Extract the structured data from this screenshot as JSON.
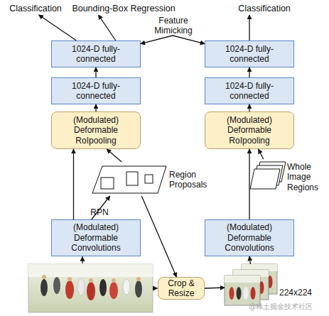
{
  "diagram": {
    "nodes": [
      {
        "text": [
          "Classification"
        ]
      },
      {
        "text": [
          "Bounding-Box Regression"
        ]
      },
      {
        "text": [
          "Classification"
        ]
      },
      {
        "text": [
          "1024-D fully-connected"
        ]
      },
      {
        "text": [
          "1024-D fully-connected"
        ]
      },
      {
        "text": [
          "1024-D fully-connected"
        ]
      },
      {
        "text": [
          "1024-D fully-connected"
        ]
      },
      {
        "text": [
          "(Modulated) Deformable RoIpooling"
        ]
      },
      {
        "text": [
          "(Modulated) Deformable RoIpooling"
        ]
      },
      {
        "text": [
          "Region Proposals"
        ]
      },
      {
        "text": [
          "Whole Image Regions"
        ]
      },
      {
        "text": [
          "(Modulated) Deformable Convolutions"
        ]
      },
      {
        "text": [
          "(Modulated) Deformable Convolutions"
        ]
      },
      {
        "text": [
          "Crop & Resize"
        ]
      },
      {
        "text": [
          "224x224"
        ]
      }
    ],
    "edges": [
      {
        "from": 3,
        "to": 0,
        "arrow": "to"
      },
      {
        "from": 3,
        "to": 1,
        "arrow": "to"
      },
      {
        "from": 3,
        "to": 4,
        "label": "Feature Mimicking",
        "arrow": "both"
      },
      {
        "from": 4,
        "to": 2,
        "arrow": "to"
      },
      {
        "from": 5,
        "to": 3,
        "arrow": "to"
      },
      {
        "from": 6,
        "to": 4,
        "arrow": "to"
      },
      {
        "from": 7,
        "to": 5,
        "arrow": "to"
      },
      {
        "from": 8,
        "to": 6,
        "arrow": "to"
      },
      {
        "from": 11,
        "to": 7,
        "arrow": "to"
      },
      {
        "from": 11,
        "to": 9,
        "label": "RPN",
        "arrow": "to"
      },
      {
        "from": 9,
        "to": 7,
        "arrow": "to"
      },
      {
        "from": 9,
        "to": 13,
        "arrow": "to"
      },
      {
        "from": 10,
        "to": 8,
        "arrow": "to"
      },
      {
        "from": 12,
        "to": 8,
        "arrow": "to"
      },
      {
        "from": 13,
        "to": 14,
        "arrow": "to"
      },
      {
        "from": 14,
        "to": 12,
        "arrow": "to"
      }
    ],
    "labels": [
      "@稀土掘金技术社区"
    ]
  }
}
